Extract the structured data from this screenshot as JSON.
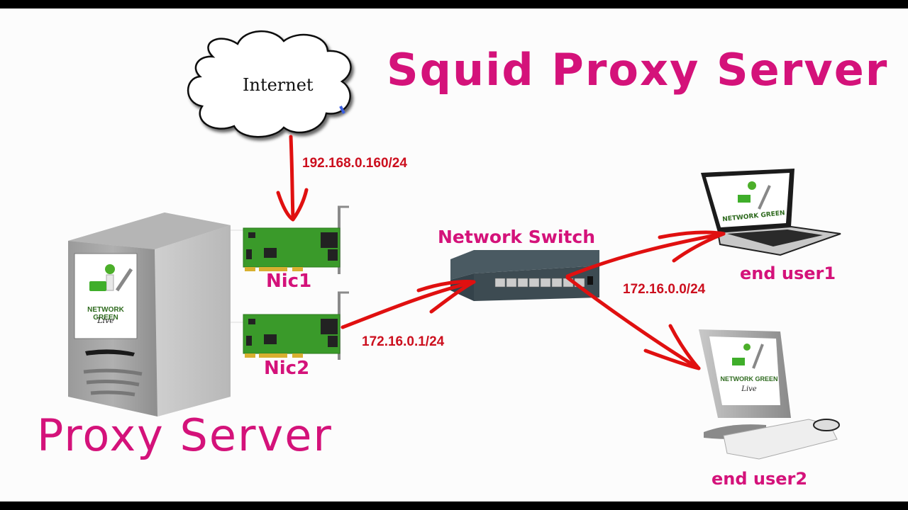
{
  "title": "Squid Proxy Server",
  "server_label": "Proxy Server",
  "cloud": {
    "label": "Internet",
    "icon": "cloud-icon"
  },
  "proxy_server": {
    "icon": "server-tower-icon",
    "logo_text": "NETWORK GREEN",
    "logo_subtext": "Live"
  },
  "nics": [
    {
      "label": "Nic1",
      "ip": "192.168.0.160/24",
      "icon": "network-card-icon"
    },
    {
      "label": "Nic2",
      "ip": "172.16.0.1/24",
      "icon": "network-card-icon"
    }
  ],
  "switch": {
    "label": "Network Switch",
    "icon": "network-switch-icon",
    "subnet": "172.16.0.0/24"
  },
  "clients": [
    {
      "label": "end user1",
      "icon": "laptop-icon",
      "logo_text": "NETWORK GREEN"
    },
    {
      "label": "end user2",
      "icon": "desktop-computer-icon",
      "logo_text": "NETWORK GREEN",
      "logo_subtext": "Live"
    }
  ],
  "colors": {
    "title": "#d4127a",
    "ip_label": "#cc0f1e",
    "arrow": "#e01010",
    "nic_green": "#3a9a2a",
    "switch_body": "#3d4b52"
  }
}
